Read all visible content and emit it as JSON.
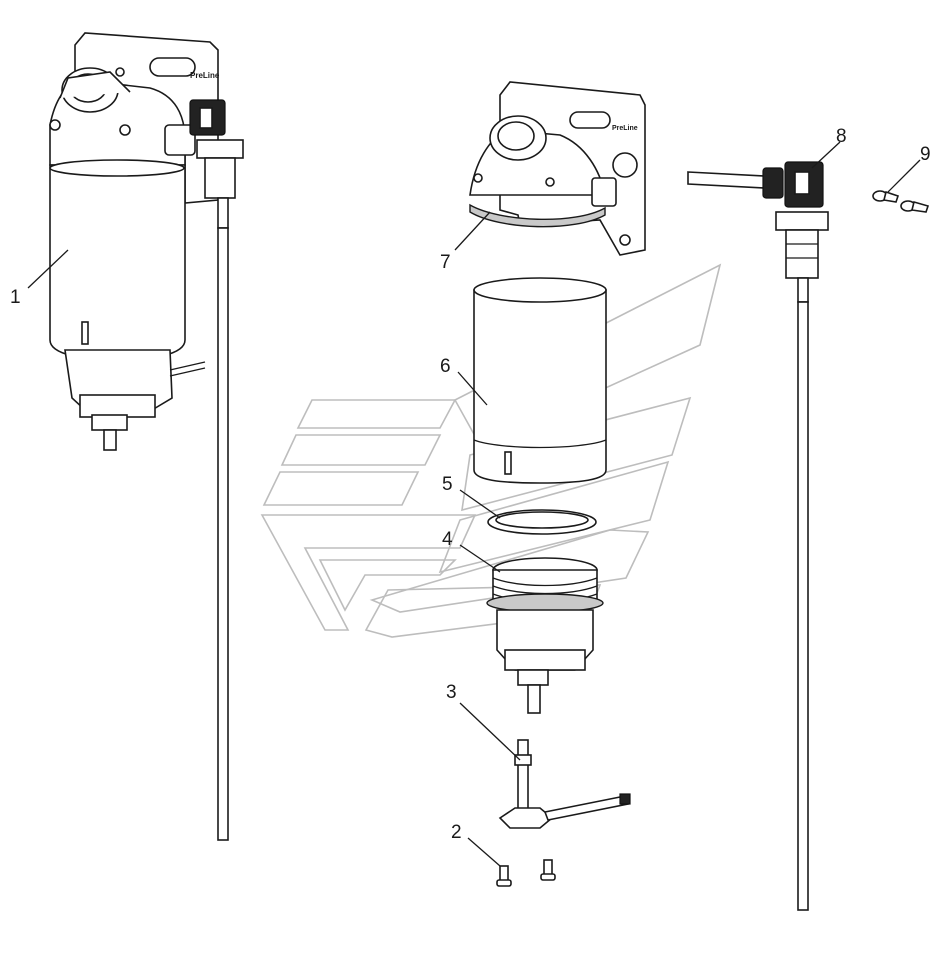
{
  "callouts": [
    {
      "id": "1",
      "label": "1"
    },
    {
      "id": "2",
      "label": "2"
    },
    {
      "id": "3",
      "label": "3"
    },
    {
      "id": "4",
      "label": "4"
    },
    {
      "id": "5",
      "label": "5"
    },
    {
      "id": "6",
      "label": "6"
    },
    {
      "id": "7",
      "label": "7"
    },
    {
      "id": "8",
      "label": "8"
    },
    {
      "id": "9",
      "label": "9"
    }
  ],
  "logo_text": "PreLine",
  "colors": {
    "line": "#1a1a1a",
    "shade": "#c9c9c9",
    "watermark": "#bdbdbd",
    "background": "#ffffff"
  }
}
